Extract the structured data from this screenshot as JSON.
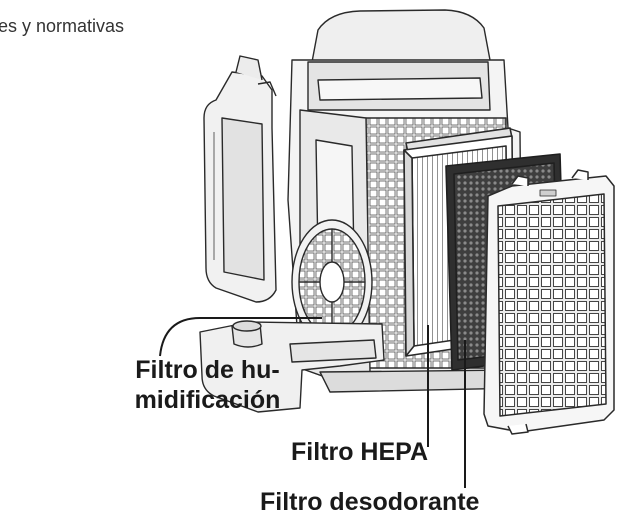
{
  "header": {
    "text": "es y normativas"
  },
  "labels": {
    "humidification_line1": "Filtro de hu-",
    "humidification_line2": "midificación",
    "hepa": "Filtro HEPA",
    "deodorizing": "Filtro desodorante"
  },
  "colors": {
    "outline": "#2a2a2a",
    "body_fill": "#f3f3f3",
    "shade": "#dcdcdc",
    "dark_filter": "#3a3a3a",
    "text": "#1a1a1a"
  }
}
